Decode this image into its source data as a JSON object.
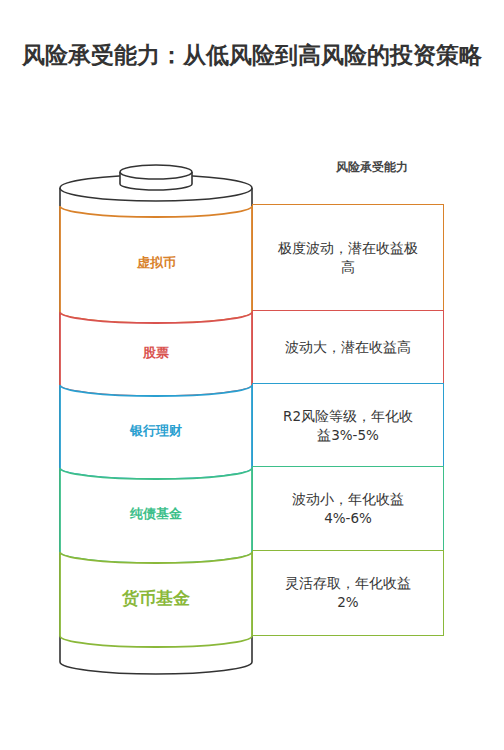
{
  "diagram": {
    "title": "风险承受能力：从低风险到高风险的投资策略",
    "nodes": [
      {
        "text": [
          "虚拟币"
        ]
      },
      {
        "text": [
          "极度波动，潜在收益极高"
        ]
      },
      {
        "text": [
          "股票"
        ]
      },
      {
        "text": [
          "波动大，潜在收益高"
        ]
      },
      {
        "text": [
          "银行理财"
        ]
      },
      {
        "text": [
          "R2风险等级，年化收益3%-5%"
        ]
      },
      {
        "text": [
          "纯债基金"
        ]
      },
      {
        "text": [
          "波动小，年化收益4%-6%"
        ]
      },
      {
        "text": [
          "货币基金"
        ]
      },
      {
        "text": [
          "灵活存取，年化收益2%"
        ]
      }
    ],
    "labels": [
      "风险承受能力"
    ]
  }
}
